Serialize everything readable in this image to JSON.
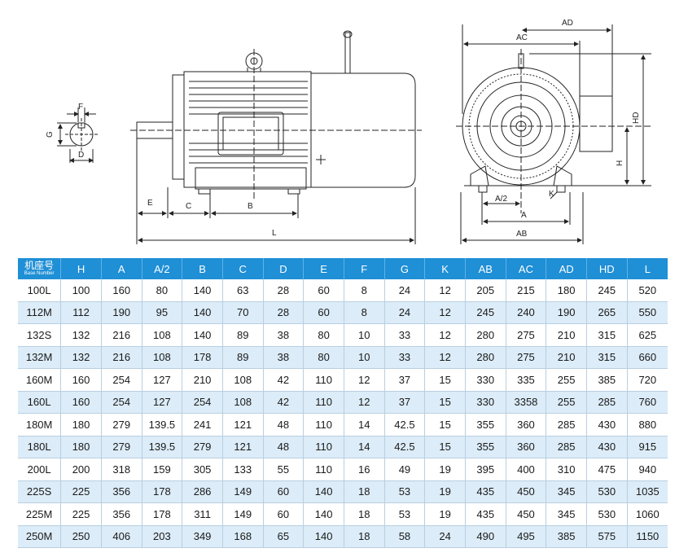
{
  "dims": {
    "F": "F",
    "G": "G",
    "D": "D",
    "E": "E",
    "C": "C",
    "B": "B",
    "L": "L",
    "AD": "AD",
    "AC": "AC",
    "HD": "HD",
    "H": "H",
    "A2": "A/2",
    "K": "K",
    "A": "A",
    "AB": "AB"
  },
  "table": {
    "headers": [
      {
        "main": "机座号",
        "sub": "Base Number"
      },
      {
        "main": "H"
      },
      {
        "main": "A"
      },
      {
        "main": "A/2"
      },
      {
        "main": "B"
      },
      {
        "main": "C"
      },
      {
        "main": "D"
      },
      {
        "main": "E"
      },
      {
        "main": "F"
      },
      {
        "main": "G"
      },
      {
        "main": "K"
      },
      {
        "main": "AB"
      },
      {
        "main": "AC"
      },
      {
        "main": "AD"
      },
      {
        "main": "HD"
      },
      {
        "main": "L"
      }
    ],
    "rows": [
      [
        "100L",
        "100",
        "160",
        "80",
        "140",
        "63",
        "28",
        "60",
        "8",
        "24",
        "12",
        "205",
        "215",
        "180",
        "245",
        "520"
      ],
      [
        "112M",
        "112",
        "190",
        "95",
        "140",
        "70",
        "28",
        "60",
        "8",
        "24",
        "12",
        "245",
        "240",
        "190",
        "265",
        "550"
      ],
      [
        "132S",
        "132",
        "216",
        "108",
        "140",
        "89",
        "38",
        "80",
        "10",
        "33",
        "12",
        "280",
        "275",
        "210",
        "315",
        "625"
      ],
      [
        "132M",
        "132",
        "216",
        "108",
        "178",
        "89",
        "38",
        "80",
        "10",
        "33",
        "12",
        "280",
        "275",
        "210",
        "315",
        "660"
      ],
      [
        "160M",
        "160",
        "254",
        "127",
        "210",
        "108",
        "42",
        "110",
        "12",
        "37",
        "15",
        "330",
        "335",
        "255",
        "385",
        "720"
      ],
      [
        "160L",
        "160",
        "254",
        "127",
        "254",
        "108",
        "42",
        "110",
        "12",
        "37",
        "15",
        "330",
        "3358",
        "255",
        "285",
        "760"
      ],
      [
        "180M",
        "180",
        "279",
        "139.5",
        "241",
        "121",
        "48",
        "110",
        "14",
        "42.5",
        "15",
        "355",
        "360",
        "285",
        "430",
        "880"
      ],
      [
        "180L",
        "180",
        "279",
        "139.5",
        "279",
        "121",
        "48",
        "110",
        "14",
        "42.5",
        "15",
        "355",
        "360",
        "285",
        "430",
        "915"
      ],
      [
        "200L",
        "200",
        "318",
        "159",
        "305",
        "133",
        "55",
        "110",
        "16",
        "49",
        "19",
        "395",
        "400",
        "310",
        "475",
        "940"
      ],
      [
        "225S",
        "225",
        "356",
        "178",
        "286",
        "149",
        "60",
        "140",
        "18",
        "53",
        "19",
        "435",
        "450",
        "345",
        "530",
        "1035"
      ],
      [
        "225M",
        "225",
        "356",
        "178",
        "311",
        "149",
        "60",
        "140",
        "18",
        "53",
        "19",
        "435",
        "450",
        "345",
        "530",
        "1060"
      ],
      [
        "250M",
        "250",
        "406",
        "203",
        "349",
        "168",
        "65",
        "140",
        "18",
        "58",
        "24",
        "490",
        "495",
        "385",
        "575",
        "1150"
      ]
    ]
  }
}
